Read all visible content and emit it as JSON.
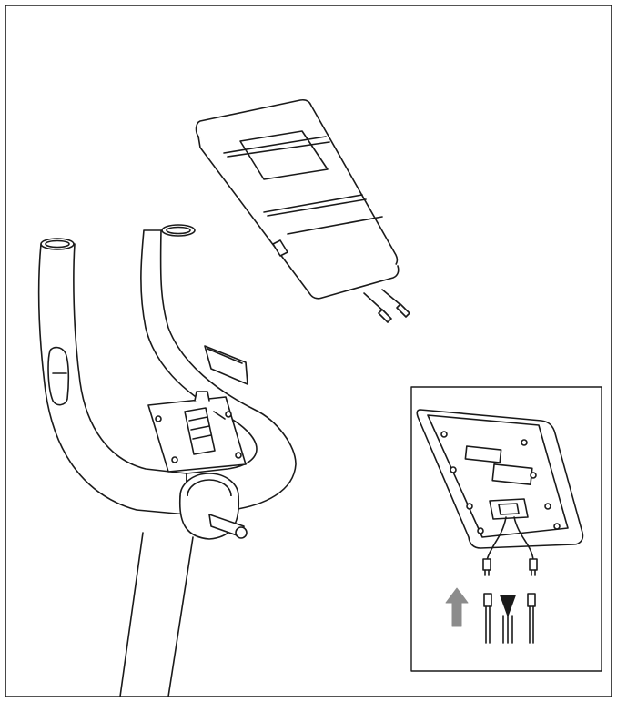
{
  "figure": {
    "type": "assembly-illustration",
    "stroke_color": "#1a1a1a",
    "fill_color": "#ffffff",
    "arrow_color": "#8c8c8c",
    "parts": [
      "console",
      "console-screws",
      "handlebar",
      "console-mounting-plate",
      "seat-post-clamp",
      "frame-post"
    ],
    "inset": {
      "parts": [
        "console-back",
        "console-cable-connectors",
        "frame-cable-connectors",
        "up-arrow-icon"
      ]
    }
  }
}
